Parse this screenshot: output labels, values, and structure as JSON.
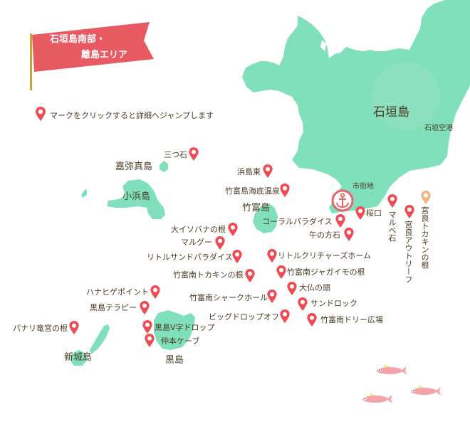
{
  "banner": {
    "line1": "石垣島南部・",
    "line2": "離島エリア",
    "color": "#e85a62",
    "pole_color": "#c9a43a"
  },
  "legend": {
    "icon": "map-pin-icon",
    "text": "マークをクリックすると詳細へジャンプします"
  },
  "colors": {
    "land": "#7fe0bb",
    "pin": "#ef4b55",
    "pin_alt": "#f0b383",
    "text": "#4a3a22"
  },
  "islands": {
    "ishigaki": "石垣島",
    "kayama": "嘉弥真島",
    "kohama": "小浜島",
    "taketomi": "竹富島",
    "kuroshima": "黒島",
    "aragusuku": "新城島"
  },
  "places": {
    "airport": "石垣空港",
    "downtown": "市街地"
  },
  "points": [
    {
      "id": "mitsuishi",
      "label": "三つ石"
    },
    {
      "id": "hamajima-higashi",
      "label": "浜島東"
    },
    {
      "id": "taketomi-onsen",
      "label": "竹富島海底温泉"
    },
    {
      "id": "sakuraguchi",
      "label": "桜口"
    },
    {
      "id": "coral-paradise",
      "label": "コーラルパラダイス"
    },
    {
      "id": "uma-no-houseki",
      "label": "午の方石"
    },
    {
      "id": "marube-ishi",
      "label": "マルベ石"
    },
    {
      "id": "miyara-outreef",
      "label": "宮良アウトリーフ"
    },
    {
      "id": "miyara-tokakin",
      "label": "宮良トカキンの根"
    },
    {
      "id": "oisobana",
      "label": "大イソバナの根"
    },
    {
      "id": "marugu",
      "label": "マルグー"
    },
    {
      "id": "little-sand",
      "label": "リトルサンドパラダイス"
    },
    {
      "id": "little-creatures",
      "label": "リトルクリチャーズホーム"
    },
    {
      "id": "taketomi-tokakin",
      "label": "竹富南トカキンの根"
    },
    {
      "id": "taketomi-jagaimo",
      "label": "竹富南ジャガイモの根"
    },
    {
      "id": "daibutsu",
      "label": "大仏の頭"
    },
    {
      "id": "hanahige",
      "label": "ハナヒゲポイント"
    },
    {
      "id": "shark-hole",
      "label": "竹富南シャークホール"
    },
    {
      "id": "sand-rock",
      "label": "サンドロック"
    },
    {
      "id": "kuroshima-therapy",
      "label": "黒島テラピー"
    },
    {
      "id": "big-dropoff",
      "label": "ビッグドロップオフ"
    },
    {
      "id": "dory-hiroba",
      "label": "竹富南ドリー広場"
    },
    {
      "id": "panari",
      "label": "パナリ竜宮の根"
    },
    {
      "id": "kuroshima-v",
      "label": "黒島V字ドロップ"
    },
    {
      "id": "nakamoto",
      "label": "仲本ケーブ"
    }
  ]
}
